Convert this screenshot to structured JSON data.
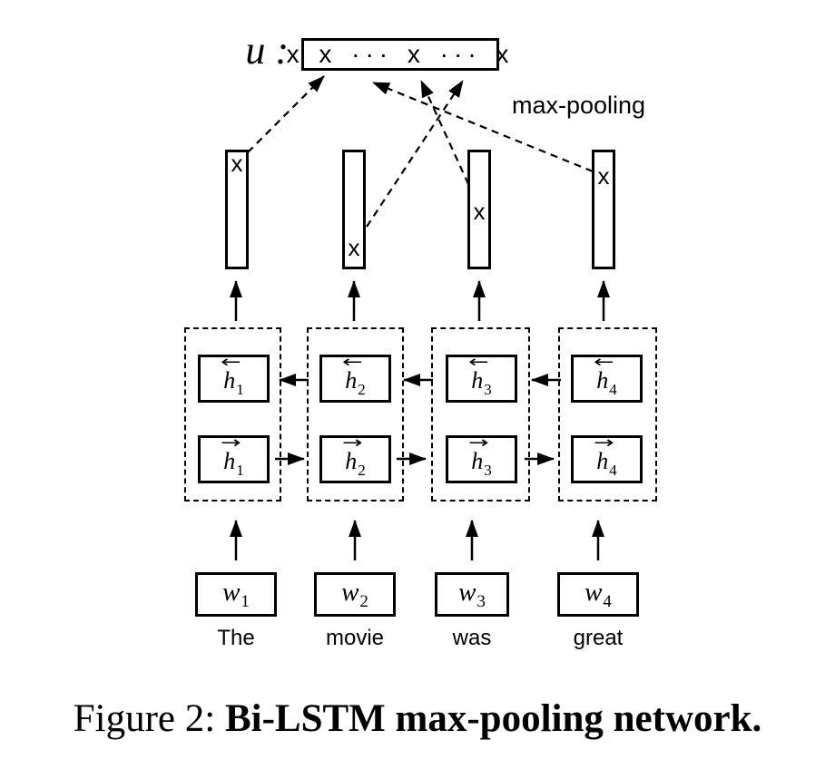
{
  "figure": {
    "output_label": "u :",
    "pooled_vector": "x x ··· x ··· x",
    "pooling_method": "max-pooling",
    "columns": [
      {
        "word": "The",
        "input": {
          "base": "w",
          "sub": "1"
        },
        "backward": {
          "dir": "←",
          "base": "h",
          "sub": "1"
        },
        "forward": {
          "dir": "→",
          "base": "h",
          "sub": "1"
        },
        "pooled_mark": "x"
      },
      {
        "word": "movie",
        "input": {
          "base": "w",
          "sub": "2"
        },
        "backward": {
          "dir": "←",
          "base": "h",
          "sub": "2"
        },
        "forward": {
          "dir": "→",
          "base": "h",
          "sub": "2"
        },
        "pooled_mark": "x"
      },
      {
        "word": "was",
        "input": {
          "base": "w",
          "sub": "3"
        },
        "backward": {
          "dir": "←",
          "base": "h",
          "sub": "3"
        },
        "forward": {
          "dir": "→",
          "base": "h",
          "sub": "3"
        },
        "pooled_mark": "x"
      },
      {
        "word": "great",
        "input": {
          "base": "w",
          "sub": "4"
        },
        "backward": {
          "dir": "←",
          "base": "h",
          "sub": "4"
        },
        "forward": {
          "dir": "→",
          "base": "h",
          "sub": "4"
        },
        "pooled_mark": "x"
      }
    ],
    "colors": {
      "ink": "#000000",
      "background": "#ffffff"
    },
    "caption": {
      "label": "Figure 2:",
      "title": "Bi-LSTM max-pooling network."
    }
  }
}
